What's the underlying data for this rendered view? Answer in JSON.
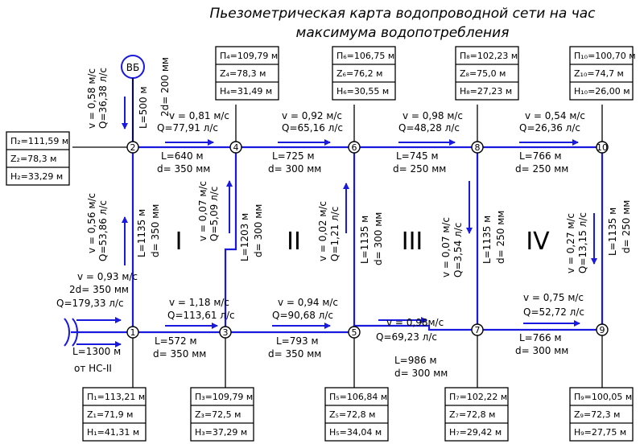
{
  "title": {
    "line1": "Пьезометрическая карта водопроводной сети на час",
    "line2": "максимума водопотребления"
  },
  "tower": {
    "label": "ВБ"
  },
  "rings": [
    "I",
    "II",
    "III",
    "IV"
  ],
  "nodes": [
    {
      "id": "1",
      "p": "П₁=113,21 м",
      "z": "Z₁=71,9 м",
      "h": "H₁=41,31 м"
    },
    {
      "id": "2",
      "p": "П₂=111,59 м",
      "z": "Z₂=78,3 м",
      "h": "H₂=33,29 м"
    },
    {
      "id": "3",
      "p": "П₃=109,79 м",
      "z": "Z₃=72,5 м",
      "h": "H₃=37,29 м"
    },
    {
      "id": "4",
      "p": "П₄=109,79 м",
      "z": "Z₄=78,3 м",
      "h": "H₄=31,49 м"
    },
    {
      "id": "5",
      "p": "П₅=106,84 м",
      "z": "Z₅=72,8 м",
      "h": "H₅=34,04 м"
    },
    {
      "id": "6",
      "p": "П₆=106,75 м",
      "z": "Z₆=76,2 м",
      "h": "H₆=30,55 м"
    },
    {
      "id": "7",
      "p": "П₇=102,22 м",
      "z": "Z₇=72,8 м",
      "h": "H₇=29,42 м"
    },
    {
      "id": "8",
      "p": "П₈=102,23 м",
      "z": "Z₈=75,0 м",
      "h": "H₈=27,23 м"
    },
    {
      "id": "9",
      "p": "П₉=100,05 м",
      "z": "Z₉=72,3 м",
      "h": "H₉=27,75 м"
    },
    {
      "id": "10",
      "p": "П₁₀=100,70 м",
      "z": "Z₁₀=74,7 м",
      "h": "H₁₀=26,00 м"
    }
  ],
  "pipes": {
    "tower_2": {
      "v": "v = 0,58 м/с",
      "q": "Q=36,38 л/с",
      "l": "L=500 м",
      "d": "2d= 200 мм"
    },
    "p2_4": {
      "v": "v = 0,81 м/с",
      "q": "Q=77,91 л/с",
      "l": "L=640 м",
      "d": "d= 350 мм"
    },
    "p4_6": {
      "v": "v = 0,92 м/с",
      "q": "Q=65,16 л/с",
      "l": "L=725 м",
      "d": "d= 300 мм"
    },
    "p6_8": {
      "v": "v = 0,98 м/с",
      "q": "Q=48,28 л/с",
      "l": "L=745 м",
      "d": "d= 250 мм"
    },
    "p8_10": {
      "v": "v = 0,54 м/с",
      "q": "Q=26,36 л/с",
      "l": "L=766 м",
      "d": "d= 250 мм"
    },
    "p1_2": {
      "v": "v = 0,56 м/с",
      "q": "Q=53,86 л/с",
      "l": "L=1135 м",
      "d": "d= 350 мм"
    },
    "p3_4": {
      "v": "v = 0,07 м/с",
      "q": "Q=5,09 л/с",
      "l": "L=1203 м",
      "d": "d= 300 мм"
    },
    "p5_6": {
      "v": "v = 0,02 м/с",
      "q": "Q=1,21 л/с",
      "l": "L=1135 м",
      "d": "d= 300 мм"
    },
    "p7_8": {
      "v": "v = 0,07 м/с",
      "q": "Q=3,54 л/с",
      "l": "L=1135 м",
      "d": "d= 250 мм"
    },
    "p9_10": {
      "v": "v = 0,27 м/с",
      "q": "Q=13,15 л/с",
      "l": "L=1135 м",
      "d": "d= 250 мм"
    },
    "p1_3": {
      "v": "v = 1,18 м/с",
      "q": "Q=113,61 л/с",
      "l": "L=572 м",
      "d": "d= 350 мм"
    },
    "p3_5": {
      "v": "v = 0,94 м/с",
      "q": "Q=90,68 л/с",
      "l": "L=793 м",
      "d": "d= 350 мм"
    },
    "p5_7": {
      "v": "v = 0,98м/с",
      "q": "Q=69,23 л/с",
      "l": "L=986 м",
      "d": "d= 300 мм"
    },
    "p7_9": {
      "v": "v = 0,75 м/с",
      "q": "Q=52,72 л/с",
      "l": "L=766 м",
      "d": "d= 300 мм"
    },
    "pump_1": {
      "v": "v = 0,93 м/с",
      "d": "2d= 350 мм",
      "q": "Q=179,33 л/с",
      "l": "L=1300 м",
      "from": "от НС-II"
    }
  }
}
